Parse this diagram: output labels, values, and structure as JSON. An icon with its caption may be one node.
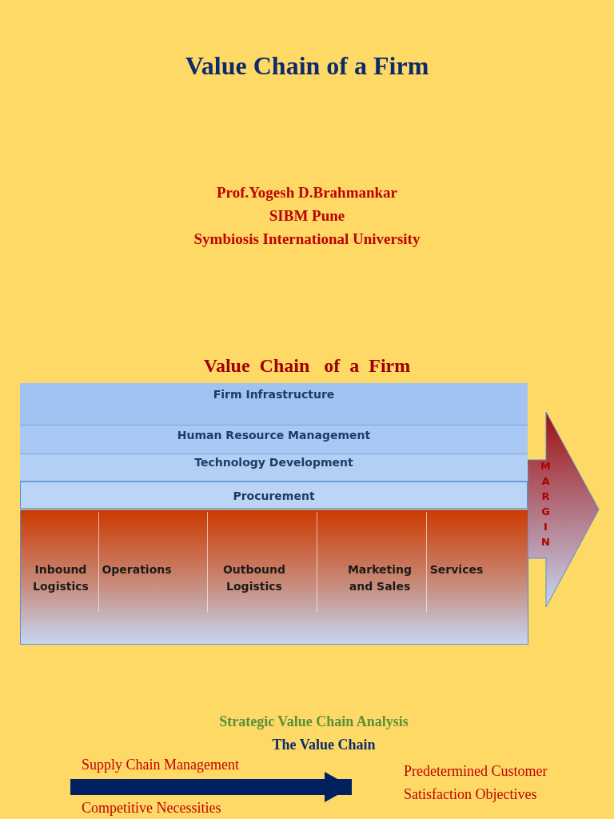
{
  "diagram": {
    "title": "Value Chain of a Firm",
    "nodes": [
      {
        "text": [
          "Firm Infrastructure"
        ]
      },
      {
        "text": [
          "Human Resource Management"
        ]
      },
      {
        "text": [
          "Technology  Development"
        ]
      },
      {
        "text": [
          "Procurement"
        ]
      },
      {
        "text": [],
        "shape": "box"
      },
      {
        "text": [
          "Inbound Logistics"
        ],
        "in": 4
      },
      {
        "text": [
          "Operations"
        ],
        "in": 4
      },
      {
        "text": [
          "Outbound Logistics"
        ],
        "in": 4
      },
      {
        "text": [
          "Marketing and Sales"
        ],
        "in": 4
      },
      {
        "text": [
          "Services"
        ],
        "in": 4
      },
      {
        "text": [
          "MARGIN"
        ]
      },
      {
        "text": [
          "Supply Chain Management"
        ]
      },
      {
        "text": [
          "Predetermined Customer Satisfaction Objectives"
        ]
      }
    ],
    "edges": [
      {
        "from": 11,
        "to": 12,
        "arrow": "to",
        "color": "#002060"
      }
    ],
    "labels": [
      "Prof.Yogesh D.Brahmankar",
      "SIBM Pune",
      "Symbiosis International University",
      "Value  Chain   of  a  Firm",
      "Strategic Value Chain Analysis",
      "The Value Chain",
      "Competitive Necessities"
    ]
  }
}
